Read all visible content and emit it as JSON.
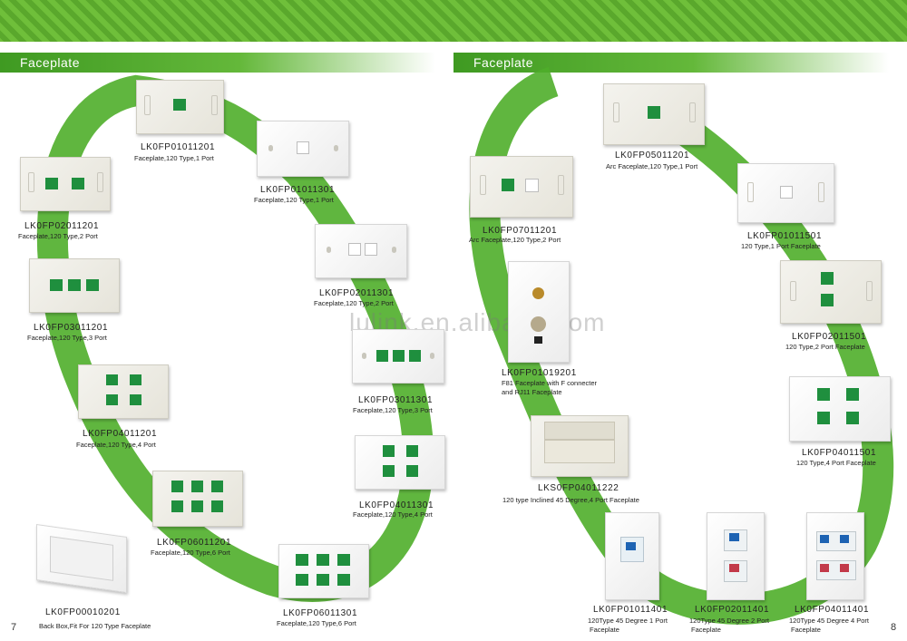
{
  "left_section": {
    "title": "Faceplate",
    "page_number": "7"
  },
  "right_section": {
    "title": "Faceplate",
    "page_number": "8"
  },
  "watermark": "lulink.en.alibaba.com",
  "products": [
    {
      "code": "LK0FP01011201",
      "desc": "Faceplate,120 Type,1 Port"
    },
    {
      "code": "LK0FP01011301",
      "desc": "Faceplate,120 Type,1 Port"
    },
    {
      "code": "LK0FP02011201",
      "desc": "Faceplate,120 Type,2 Port"
    },
    {
      "code": "LK0FP02011301",
      "desc": "Faceplate,120 Type,2 Port"
    },
    {
      "code": "LK0FP03011201",
      "desc": "Faceplate,120 Type,3 Port"
    },
    {
      "code": "LK0FP03011301",
      "desc": "Faceplate,120 Type,3 Port"
    },
    {
      "code": "LK0FP04011201",
      "desc": "Faceplate,120 Type,4 Port"
    },
    {
      "code": "LK0FP04011301",
      "desc": "Faceplate,120 Type,4 Port"
    },
    {
      "code": "LK0FP06011201",
      "desc": "Faceplate,120 Type,6 Port"
    },
    {
      "code": "LK0FP06011301",
      "desc": "Faceplate,120 Type,6 Port"
    },
    {
      "code": "LK0FP00010201",
      "desc": "Back Box,Fit For 120 Type Faceplate"
    },
    {
      "code": "LK0FP05011201",
      "desc": "Arc Faceplate,120 Type,1 Port"
    },
    {
      "code": "LK0FP07011201",
      "desc": "Arc Faceplate,120 Type,2 Port"
    },
    {
      "code": "LK0FP01011501",
      "desc": "120 Type,1 Port Faceplate"
    },
    {
      "code": "LK0FP01019201",
      "desc": "F81 Faceplate with F connecter",
      "desc2": "and RJ11 Faceplate"
    },
    {
      "code": "LK0FP02011501",
      "desc": "120 Type,2 Port Faceplate"
    },
    {
      "code": "LK0FP04011501",
      "desc": "120 Type,4 Port Faceplate"
    },
    {
      "code": "LKS0FP04011222",
      "desc": "120 type Inclined 45 Degree,4 Port Faceplate"
    },
    {
      "code": "LK0FP01011401",
      "desc": "120Type 45 Degree 1 Port",
      "desc2": "Faceplate"
    },
    {
      "code": "LK0FP02011401",
      "desc": "120Type 45 Degree 2 Port",
      "desc2": "Faceplate"
    },
    {
      "code": "LK0FP04011401",
      "desc": "120Type 45 Degree 4 Port",
      "desc2": "Faceplate"
    }
  ]
}
